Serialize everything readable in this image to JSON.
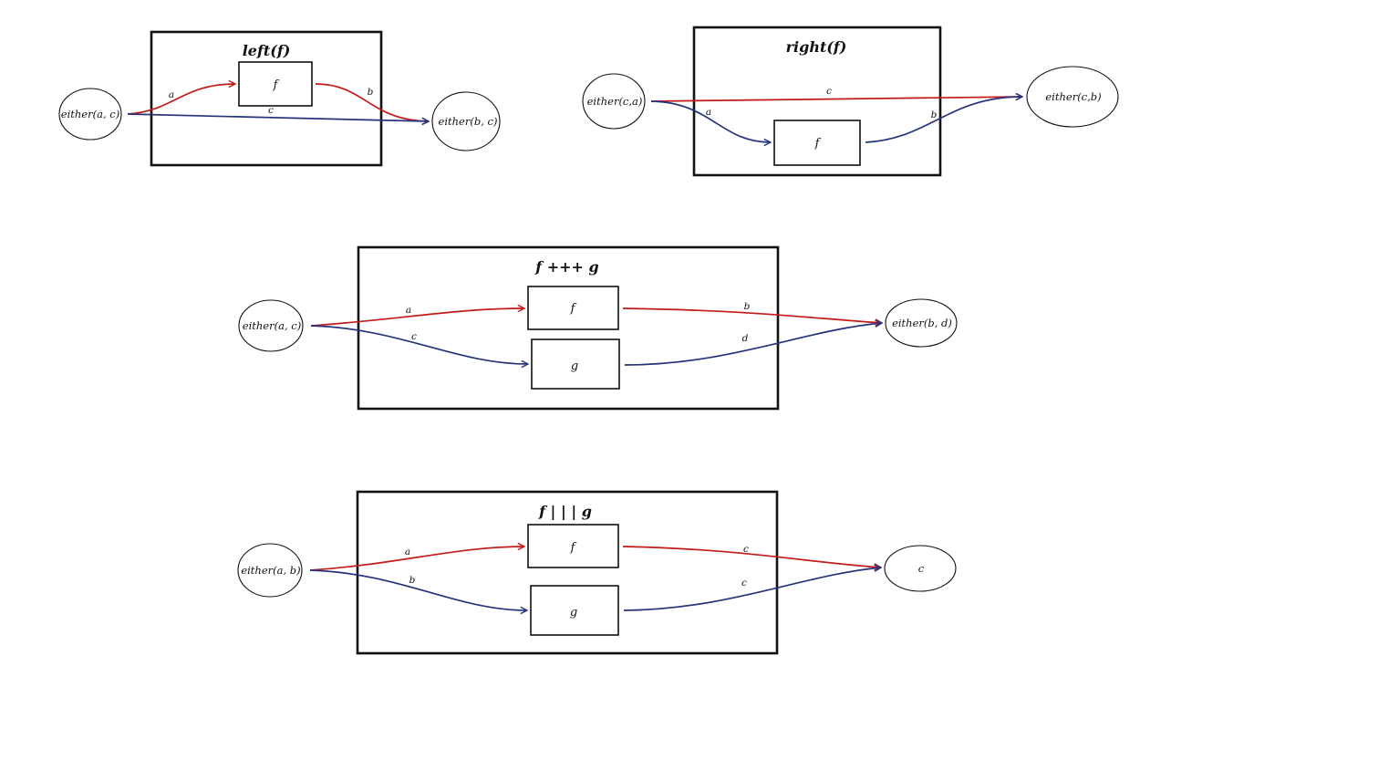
{
  "colors": {
    "red": "#c41a1a",
    "blue": "#26347c",
    "ink": "#111111"
  },
  "diagrams": {
    "left": {
      "title": "left(f)",
      "box_f": "f",
      "input": "either(a, c)",
      "output": "either(b, c)",
      "edge_a": "a",
      "edge_b": "b",
      "edge_c": "c"
    },
    "right": {
      "title": "right(f)",
      "box_f": "f",
      "input": "either(c,a)",
      "output": "either(c,b)",
      "edge_c": "c",
      "edge_a": "a",
      "edge_b": "b"
    },
    "plus": {
      "title": "f +++ g",
      "box_f": "f",
      "box_g": "g",
      "input": "either(a, c)",
      "output": "either(b, d)",
      "edge_a": "a",
      "edge_c": "c",
      "edge_b": "b",
      "edge_d": "d"
    },
    "fanin": {
      "title": "f | | | g",
      "box_f": "f",
      "box_g": "g",
      "input": "either(a, b)",
      "output": "c",
      "edge_a": "a",
      "edge_b": "b",
      "edge_c1": "c",
      "edge_c2": "c"
    }
  }
}
